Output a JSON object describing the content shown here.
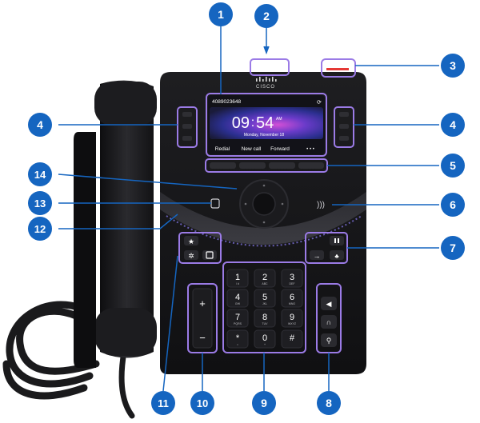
{
  "callout_color": "#1565c0",
  "highlight_color": "#9b7be6",
  "callouts": [
    "1",
    "2",
    "3",
    "4",
    "4",
    "5",
    "6",
    "7",
    "8",
    "9",
    "10",
    "11",
    "12",
    "13",
    "14"
  ],
  "brand": {
    "text": "CISCO"
  },
  "screen": {
    "phone_number": "4089023648",
    "time_hm": "09",
    "time_m": "54",
    "ampm": "AM",
    "date": "Monday, November 18",
    "softkeys": [
      "Redial",
      "New call",
      "Forward",
      "• • •"
    ]
  },
  "keypad": {
    "digits": [
      "1",
      "2",
      "3",
      "4",
      "5",
      "6",
      "7",
      "8",
      "9",
      "*",
      "0",
      "#"
    ],
    "letters": [
      "/ #",
      "ABC",
      "DEF",
      "GHI",
      "JKL",
      "MNO",
      "PQRS",
      "TUV",
      "WXYZ",
      "•",
      "+",
      ""
    ]
  },
  "volume": {
    "plus": "+",
    "minus": "−"
  }
}
